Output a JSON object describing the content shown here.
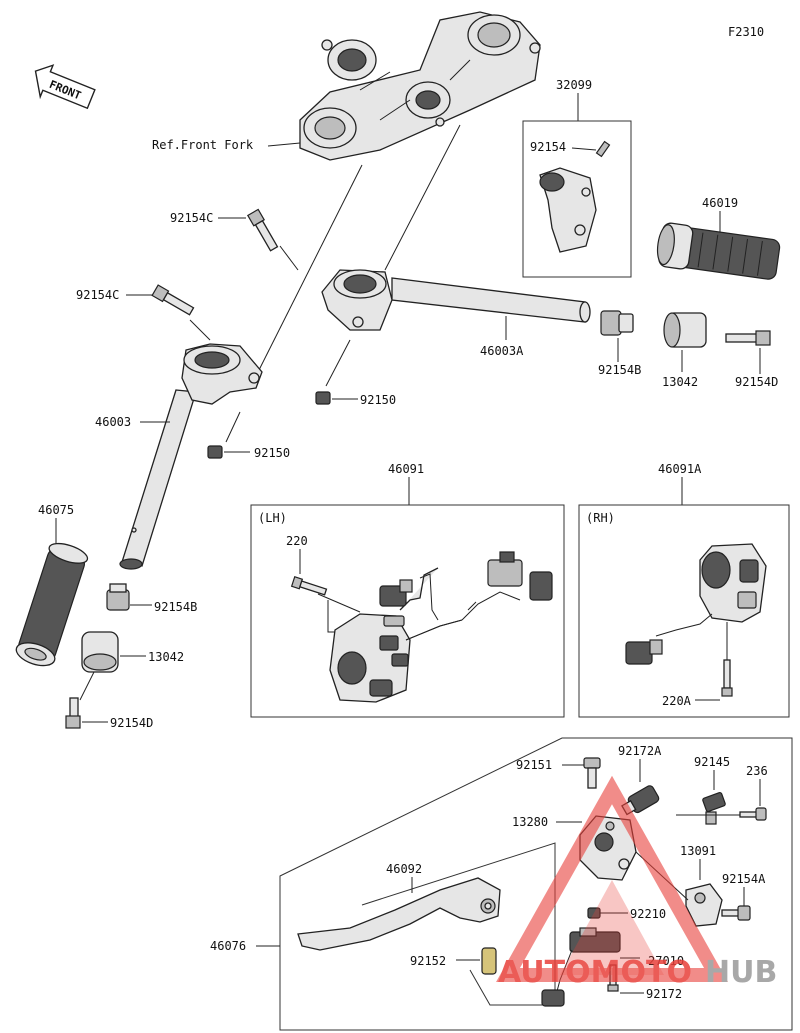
{
  "figure_code": "F2310",
  "front_arrow": "FRONT",
  "ref_front_fork": "Ref.Front Fork",
  "groups": {
    "lh": "(LH)",
    "rh": "(RH)"
  },
  "labels": {
    "p32099": "32099",
    "p92154_top": "92154",
    "p46019": "46019",
    "p92154C_a": "92154C",
    "p92154C_b": "92154C",
    "p46003A": "46003A",
    "p92154B_r": "92154B",
    "p13042_r": "13042",
    "p92154D_r": "92154D",
    "p92150_a": "92150",
    "p92150_b": "92150",
    "p46003": "46003",
    "p46075": "46075",
    "p92154B_l": "92154B",
    "p13042_l": "13042",
    "p92154D_l": "92154D",
    "p46091": "46091",
    "p46091A": "46091A",
    "p220": "220",
    "p220A": "220A",
    "p92151": "92151",
    "p92172A": "92172A",
    "p92145": "92145",
    "p236": "236",
    "p13280": "13280",
    "p13091": "13091",
    "p92154A": "92154A",
    "p46092": "46092",
    "p92210": "92210",
    "p46076": "46076",
    "p92152": "92152",
    "p27010": "27010",
    "p92172": "92172"
  },
  "watermark": {
    "part1": "AUTOMOTO",
    "part2": "HUB",
    "color_red": "#e8403a",
    "color_gray": "#9a9a9a"
  }
}
